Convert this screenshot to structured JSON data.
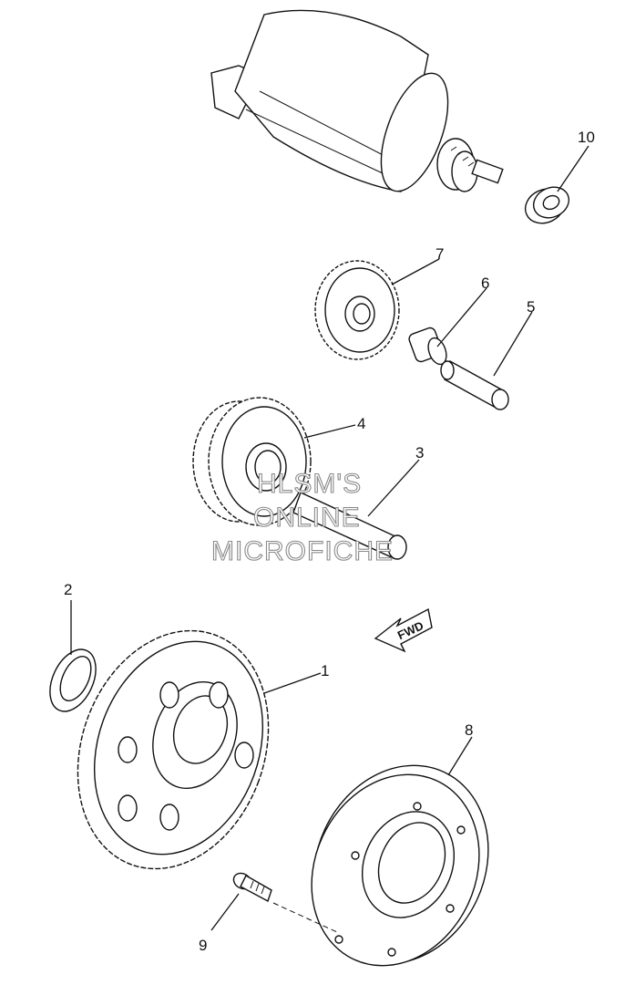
{
  "watermark": {
    "line1": "HLSM'S",
    "line2": "ONLINE",
    "line3": "MICROFICHE"
  },
  "direction_label": "FWD",
  "callouts": [
    {
      "id": "1",
      "label": "1"
    },
    {
      "id": "2",
      "label": "2"
    },
    {
      "id": "3",
      "label": "3"
    },
    {
      "id": "4",
      "label": "4"
    },
    {
      "id": "5",
      "label": "5"
    },
    {
      "id": "6",
      "label": "6"
    },
    {
      "id": "7",
      "label": "7"
    },
    {
      "id": "8",
      "label": "8"
    },
    {
      "id": "9",
      "label": "9"
    },
    {
      "id": "10",
      "label": "10"
    }
  ]
}
